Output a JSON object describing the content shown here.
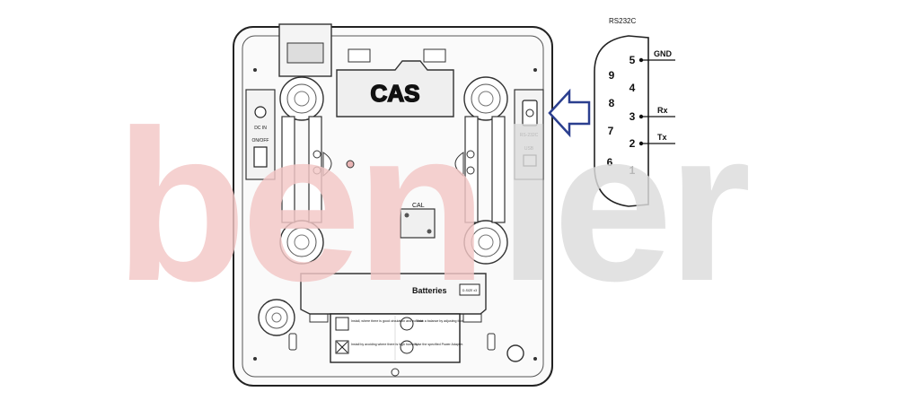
{
  "watermark": {
    "prefix": "ben",
    "suffix": "ler",
    "prefix_color": "#f3c7c6",
    "suffix_color": "#dcdcdc"
  },
  "scale_bottom": {
    "logo": "CAS",
    "dc_in_label": "DC IN",
    "onoff_label": "ON/OFF",
    "cal_label": "CAL",
    "batteries_label": "Batteries",
    "battery_spec": "D-SIZE x3",
    "rs232_port_label": "RS-232C",
    "usb_label": "USB",
    "instructions": [
      {
        "icon": "sun-icon",
        "text": "Install, where there is good circulation and no heat."
      },
      {
        "icon": "level-icon",
        "text": "Make a balance by adjusting foot."
      },
      {
        "icon": "no-humidity-icon",
        "text": "Install by avoiding where there is high humidity."
      },
      {
        "icon": "dc-icon",
        "text": "Use the specified Power Adapter."
      }
    ]
  },
  "connector": {
    "title": "RS232C",
    "pins": [
      "1",
      "2",
      "3",
      "4",
      "5",
      "6",
      "7",
      "8",
      "9"
    ],
    "signals": [
      {
        "pin": "5",
        "name": "GND"
      },
      {
        "pin": "3",
        "name": "Rx"
      },
      {
        "pin": "2",
        "name": "Tx"
      }
    ]
  },
  "colors": {
    "arrow": "#2b3f8f",
    "line": "#1c1c1c"
  }
}
